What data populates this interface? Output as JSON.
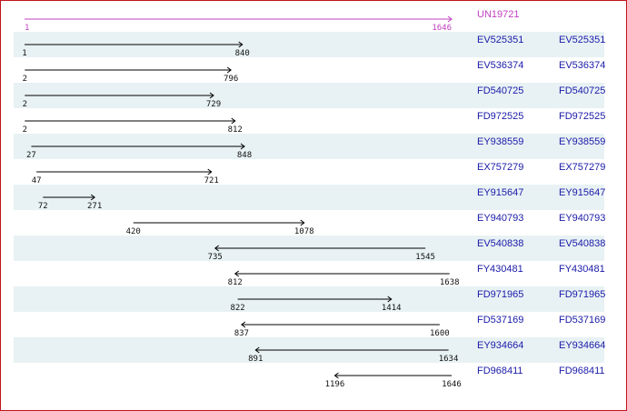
{
  "query": {
    "accession": "UN19721",
    "start": "1",
    "end": "1646",
    "color": "#c040c0"
  },
  "alignments": [
    {
      "start": "1",
      "end": "840",
      "direction": "forward",
      "acc1": "EV525351",
      "acc2": "EV525351"
    },
    {
      "start": "2",
      "end": "796",
      "direction": "forward",
      "acc1": "EV536374",
      "acc2": "EV536374"
    },
    {
      "start": "2",
      "end": "729",
      "direction": "forward",
      "acc1": "FD540725",
      "acc2": "FD540725"
    },
    {
      "start": "2",
      "end": "812",
      "direction": "forward",
      "acc1": "FD972525",
      "acc2": "FD972525"
    },
    {
      "start": "27",
      "end": "848",
      "direction": "forward",
      "acc1": "EY938559",
      "acc2": "EY938559"
    },
    {
      "start": "47",
      "end": "721",
      "direction": "forward",
      "acc1": "EX757279",
      "acc2": "EX757279"
    },
    {
      "start": "72",
      "end": "271",
      "direction": "forward",
      "acc1": "EY915647",
      "acc2": "EY915647"
    },
    {
      "start": "420",
      "end": "1078",
      "direction": "forward",
      "acc1": "EY940793",
      "acc2": "EY940793"
    },
    {
      "start": "735",
      "end": "1545",
      "direction": "reverse",
      "acc1": "EV540838",
      "acc2": "EV540838"
    },
    {
      "start": "812",
      "end": "1638",
      "direction": "reverse",
      "acc1": "FY430481",
      "acc2": "FY430481"
    },
    {
      "start": "822",
      "end": "1414",
      "direction": "forward",
      "acc1": "FD971965",
      "acc2": "FD971965"
    },
    {
      "start": "837",
      "end": "1600",
      "direction": "reverse",
      "acc1": "FD537169",
      "acc2": "FD537169"
    },
    {
      "start": "891",
      "end": "1634",
      "direction": "reverse",
      "acc1": "EY934664",
      "acc2": "EY934664"
    },
    {
      "start": "1196",
      "end": "1646",
      "direction": "reverse",
      "acc1": "FD968411",
      "acc2": "FD968411"
    }
  ],
  "colors": {
    "link": "#1a1aa8",
    "query": "#c040c0",
    "row_shade": "#e8f2f4",
    "border": "#c0141d"
  }
}
